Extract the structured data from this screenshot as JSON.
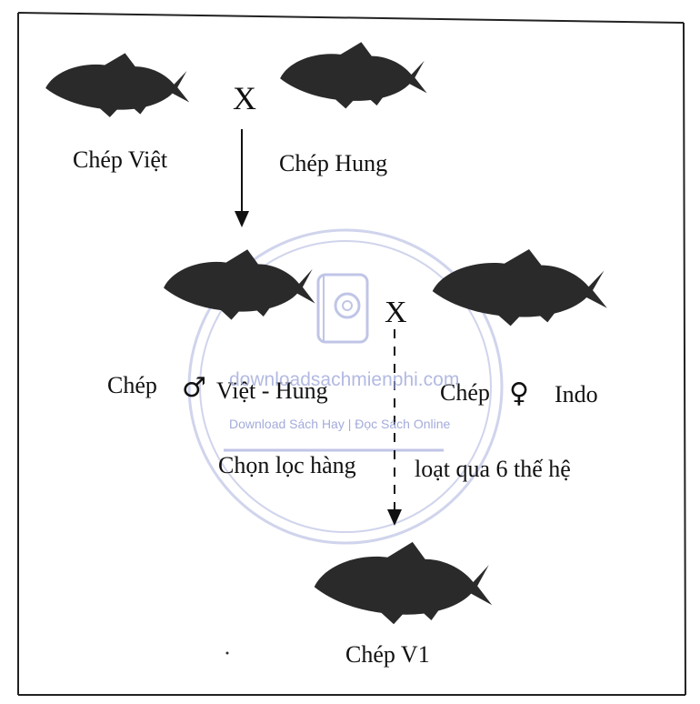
{
  "parents": {
    "left_label": "Chép Việt",
    "right_label": "Chép Hung",
    "cross_symbol": "X"
  },
  "hybrid_cross": {
    "cross_symbol": "X",
    "male": {
      "prefix": "Chép",
      "sex_symbol": "♂",
      "name": "Việt - Hung"
    },
    "female": {
      "prefix": "Chép",
      "sex_symbol": "♀",
      "name": "Indo"
    }
  },
  "selection": {
    "left_text": "Chọn lọc hàng",
    "right_text": "loạt qua 6 thế hệ"
  },
  "result": {
    "label": "Chép V1"
  },
  "watermark": {
    "site": "downloadsachmienphi.com",
    "tagline": "Download Sách Hay | Đọc Sách Online"
  },
  "colors": {
    "ink": "#111111",
    "fish": "#2a2a2a",
    "watermark": "#9aa3d8"
  }
}
